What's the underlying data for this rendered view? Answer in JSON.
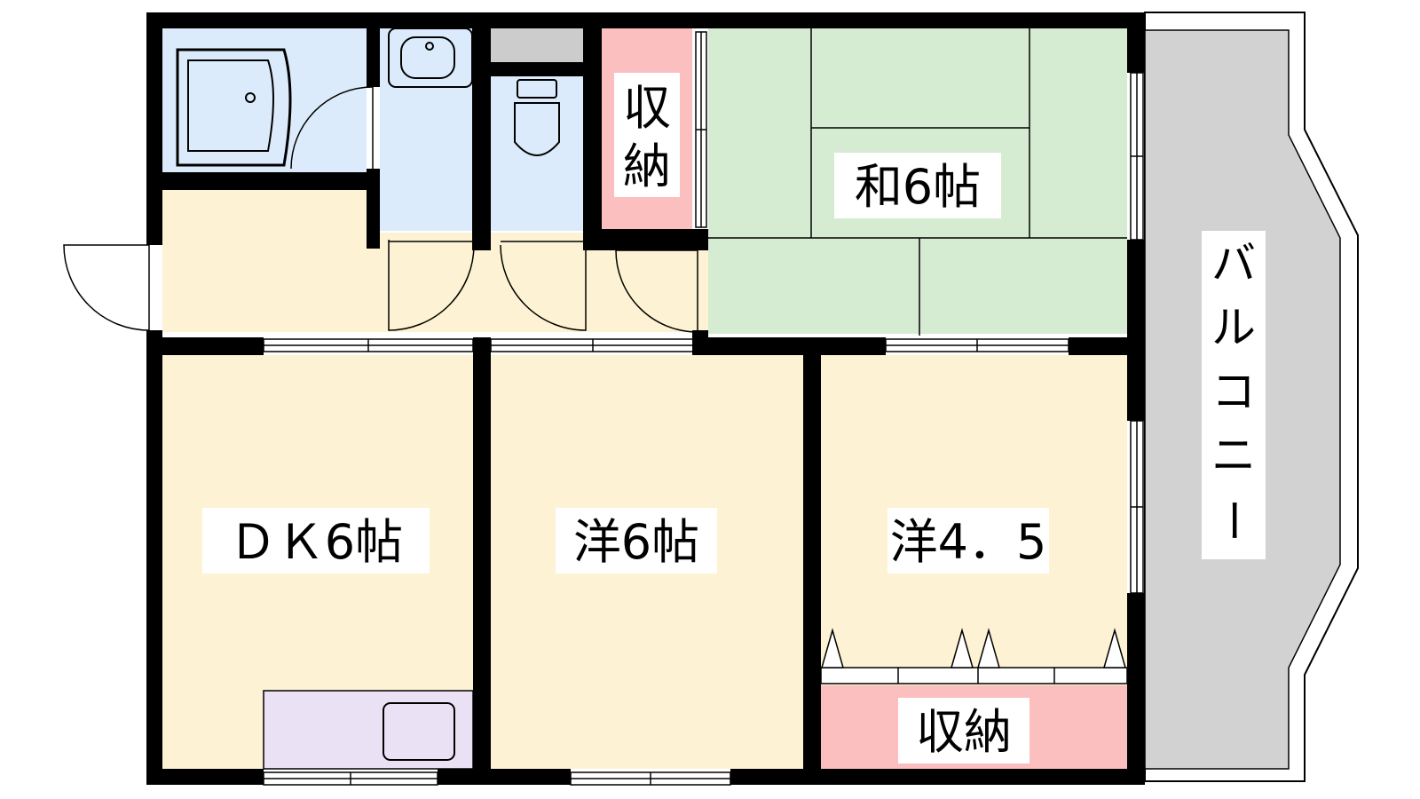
{
  "rooms": {
    "dk": {
      "label": "ＤＫ6帖"
    },
    "western6": {
      "label": "洋6帖"
    },
    "western45": {
      "label": "洋4．5"
    },
    "japanese": {
      "label": "和6帖"
    },
    "storage_top": {
      "label": [
        "収",
        "納"
      ]
    },
    "storage_bottom": {
      "label": "収納"
    },
    "balcony": {
      "label": [
        "バ",
        "ル",
        "コ",
        "ニ",
        "ー"
      ]
    }
  },
  "colors": {
    "wall": "#000000",
    "room": "#fdf2d3",
    "tatami": "#d6ecd2",
    "water": "#dcebfb",
    "storage": "#fbbfbf",
    "kitchen": "#ebe1f5",
    "balcony": "#d2d2d2",
    "gray_block": "#cccccc"
  }
}
